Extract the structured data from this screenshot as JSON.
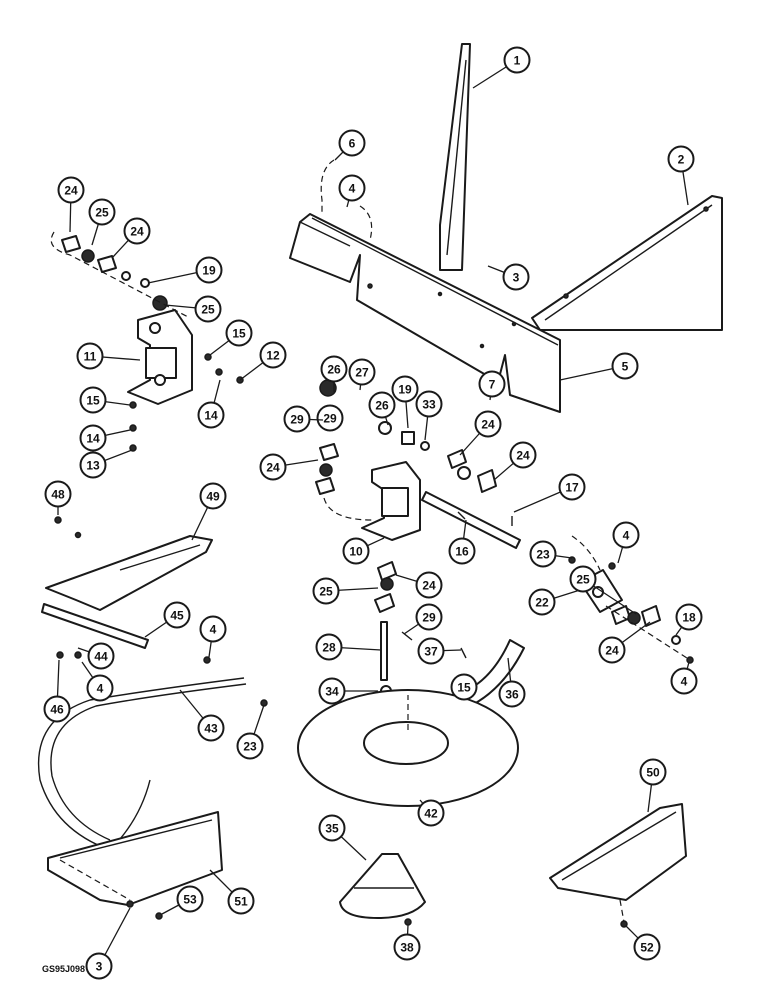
{
  "drawing_code": "GS95J098",
  "callouts": [
    "1",
    "2",
    "3",
    "4",
    "4",
    "4",
    "4",
    "4",
    "5",
    "6",
    "7",
    "10",
    "11",
    "12",
    "13",
    "14",
    "14",
    "15",
    "15",
    "15",
    "16",
    "17",
    "18",
    "19",
    "19",
    "22",
    "23",
    "23",
    "24",
    "24",
    "24",
    "24",
    "24",
    "24",
    "24",
    "25",
    "25",
    "25",
    "25",
    "26",
    "26",
    "27",
    "28",
    "29",
    "29",
    "29",
    "33",
    "34",
    "35",
    "36",
    "37",
    "38",
    "42",
    "43",
    "44",
    "45",
    "46",
    "48",
    "49",
    "50",
    "51",
    "52",
    "53",
    "3"
  ]
}
